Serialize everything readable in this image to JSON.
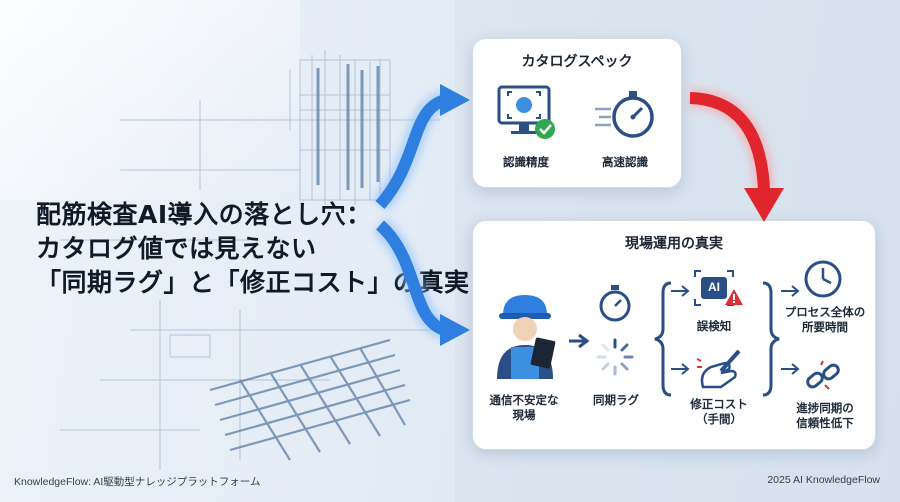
{
  "headline": {
    "line1": "配筋検査AI導入の落とし穴：",
    "line2": "カタログ値では見えない",
    "line3": "「同期ラグ」と「修正コスト」の真実"
  },
  "catalog_panel": {
    "title": "カタログスペック",
    "items": [
      {
        "label": "認識精度",
        "icon": "monitor-check-icon"
      },
      {
        "label": "高速認識",
        "icon": "stopwatch-speed-icon"
      }
    ]
  },
  "reality_panel": {
    "title": "現場運用の真実",
    "worker_label_1": "通信不安定な",
    "worker_label_2": "現場",
    "lag_label": "同期ラグ",
    "ai_badge": "AI",
    "misdetect_label": "誤検知",
    "fix_label_1": "修正コスト",
    "fix_label_2": "（手間）",
    "process_label_1": "プロセス全体の",
    "process_label_2": "所要時間",
    "sync_label_1": "進捗同期の",
    "sync_label_2": "信頼性低下"
  },
  "footer": {
    "left": "KnowledgeFlow: AI駆動型ナレッジプラットフォーム",
    "right": "2025 AI KnowledgeFlow"
  },
  "colors": {
    "blue_arrow": "#2f7fe0",
    "red_arrow": "#e0262c",
    "icon_blue": "#2a4e86",
    "check_green": "#2fa84f",
    "warn_red": "#d8323a"
  }
}
